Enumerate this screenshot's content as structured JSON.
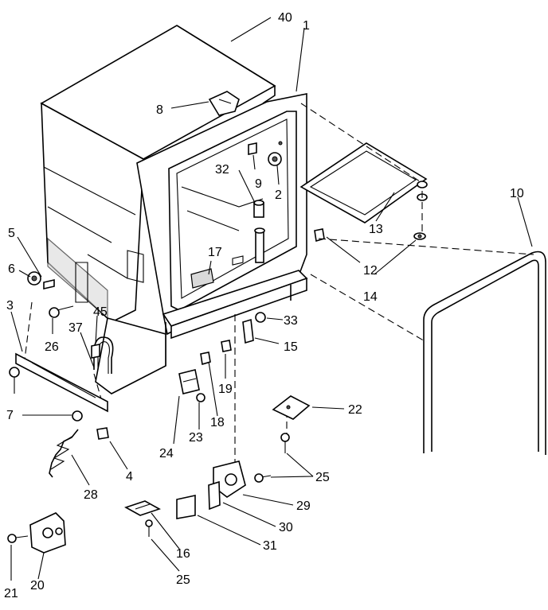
{
  "callouts": [
    {
      "id": "c40",
      "text": "40"
    },
    {
      "id": "c1",
      "text": "1"
    },
    {
      "id": "c8",
      "text": "8"
    },
    {
      "id": "c32",
      "text": "32"
    },
    {
      "id": "c9",
      "text": "9"
    },
    {
      "id": "c2",
      "text": "2"
    },
    {
      "id": "c10",
      "text": "10"
    },
    {
      "id": "c13",
      "text": "13"
    },
    {
      "id": "c12",
      "text": "12"
    },
    {
      "id": "c14",
      "text": "14"
    },
    {
      "id": "c5",
      "text": "5"
    },
    {
      "id": "c6",
      "text": "6"
    },
    {
      "id": "c3",
      "text": "3"
    },
    {
      "id": "c17",
      "text": "17"
    },
    {
      "id": "c45",
      "text": "45"
    },
    {
      "id": "c37",
      "text": "37"
    },
    {
      "id": "c26",
      "text": "26"
    },
    {
      "id": "c33",
      "text": "33"
    },
    {
      "id": "c15",
      "text": "15"
    },
    {
      "id": "c19",
      "text": "19"
    },
    {
      "id": "c18",
      "text": "18"
    },
    {
      "id": "c7",
      "text": "7"
    },
    {
      "id": "c24",
      "text": "24"
    },
    {
      "id": "c23",
      "text": "23"
    },
    {
      "id": "c22",
      "text": "22"
    },
    {
      "id": "c4",
      "text": "4"
    },
    {
      "id": "c28",
      "text": "28"
    },
    {
      "id": "c25a",
      "text": "25"
    },
    {
      "id": "c29",
      "text": "29"
    },
    {
      "id": "c30",
      "text": "30"
    },
    {
      "id": "c31",
      "text": "31"
    },
    {
      "id": "c16",
      "text": "16"
    },
    {
      "id": "c25b",
      "text": "25"
    },
    {
      "id": "c21",
      "text": "21"
    },
    {
      "id": "c20",
      "text": "20"
    }
  ]
}
